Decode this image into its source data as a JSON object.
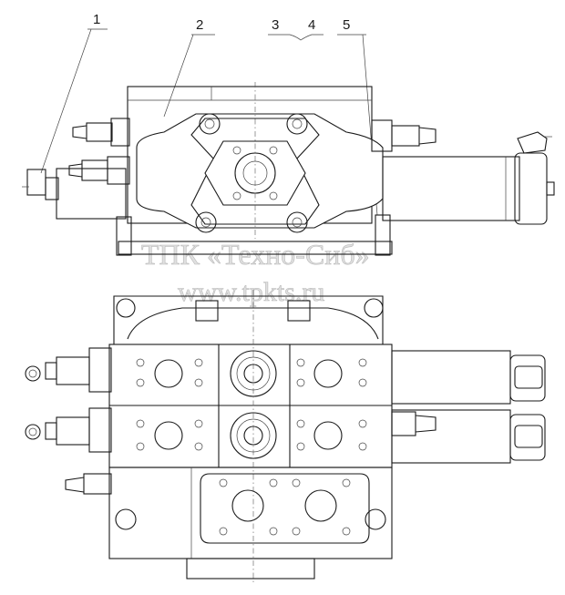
{
  "callouts": [
    {
      "id": "1",
      "label": "1"
    },
    {
      "id": "2",
      "label": "2"
    },
    {
      "id": "3",
      "label": "3"
    },
    {
      "id": "4",
      "label": "4"
    },
    {
      "id": "5",
      "label": "5"
    }
  ],
  "watermark": {
    "line1": "ТПК «Техно-Сиб»",
    "line2": "www.tpkts.ru"
  }
}
